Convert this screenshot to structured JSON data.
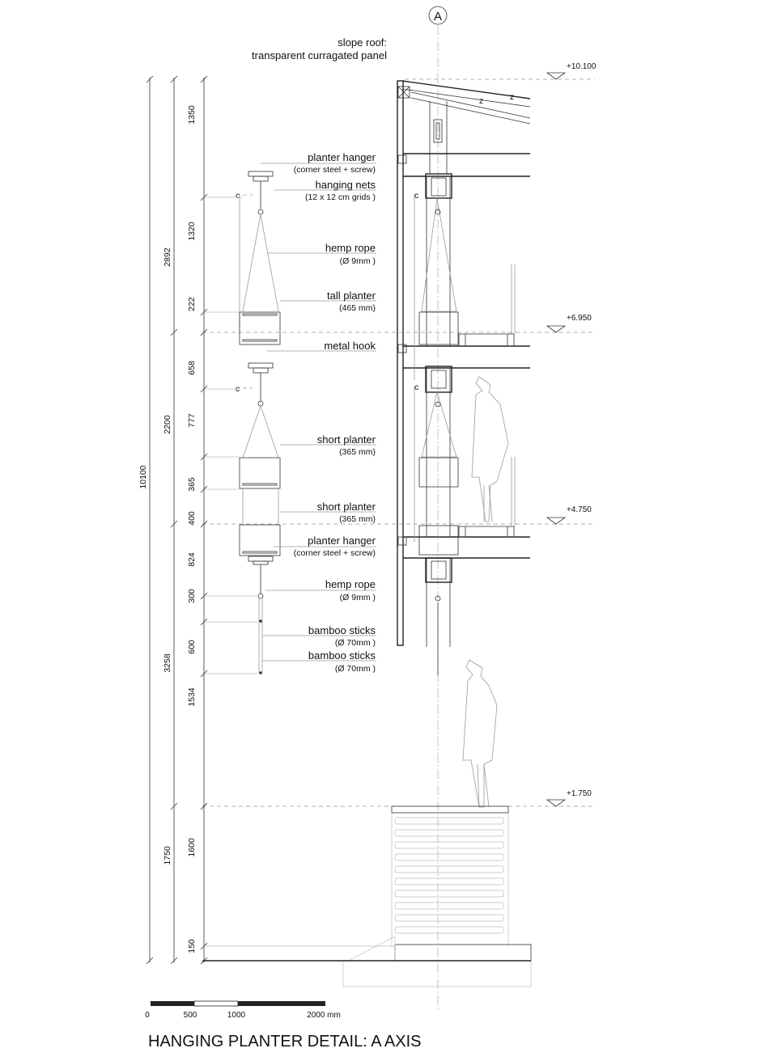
{
  "axis": {
    "label": "A"
  },
  "roof_label": {
    "line1": "slope roof:",
    "line2": "transparent curragated panel"
  },
  "elevations": [
    "+10.100",
    "+6.950",
    "+4.750",
    "+1.750"
  ],
  "annotations": [
    {
      "label": "planter hanger",
      "sub": "(corner steel + screw)"
    },
    {
      "label": "hanging nets",
      "sub": "(12 x 12 cm grids )"
    },
    {
      "label": "hemp rope",
      "sub": "(Ø 9mm )"
    },
    {
      "label": "tall planter",
      "sub": "(465 mm)"
    },
    {
      "label": "metal hook",
      "sub": ""
    },
    {
      "label": "short planter",
      "sub": "(365 mm)"
    },
    {
      "label": "short planter",
      "sub": "(365 mm)"
    },
    {
      "label": "planter hanger",
      "sub": "(corner steel + screw)"
    },
    {
      "label": "hemp rope",
      "sub": "(Ø 9mm )"
    },
    {
      "label": "bamboo sticks",
      "sub": "(Ø 70mm )"
    },
    {
      "label": "bamboo sticks",
      "sub": "(Ø 70mm )"
    }
  ],
  "dimensions": {
    "total": "10100",
    "middle": [
      "2892",
      "2200",
      "3258",
      "1750"
    ],
    "inner": [
      "1350",
      "1320",
      "222",
      "658",
      "777",
      "365",
      "400",
      "824",
      "300",
      "600",
      "1534",
      "1600",
      "150"
    ]
  },
  "scale_bar": {
    "labels": [
      "0",
      "500",
      "1000",
      "2000 mm"
    ]
  },
  "title": "HANGING PLANTER DETAIL: A AXIS"
}
